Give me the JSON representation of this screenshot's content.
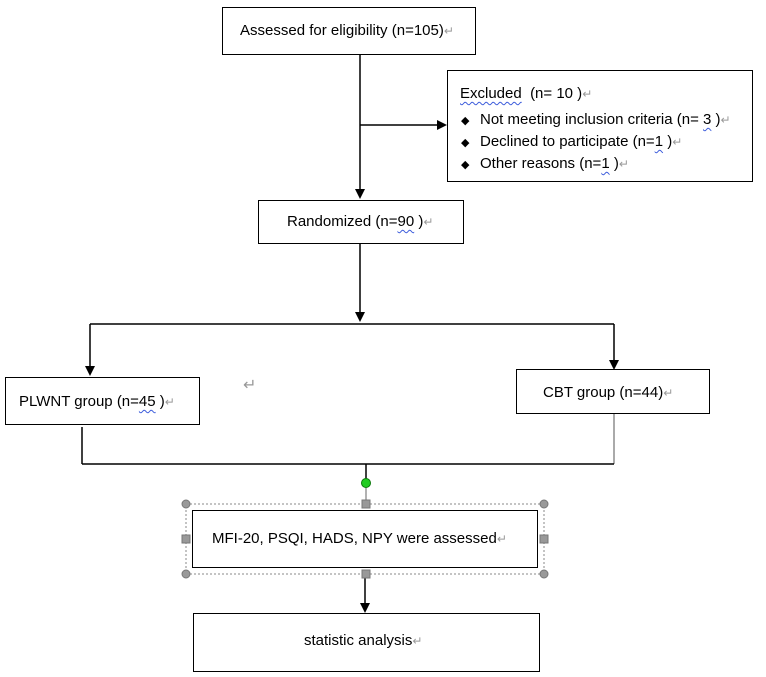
{
  "nodes": {
    "assessed": {
      "text": "Assessed for eligibility (n=105)"
    },
    "excluded": {
      "title_prefix": "Excluded",
      "title_count": "(n= 10  )",
      "items": [
        {
          "prefix": "Not meeting inclusion criteria (n= ",
          "value": "3",
          "suffix": " )"
        },
        {
          "prefix": "Declined to participate (n=",
          "value": "1",
          "suffix": " )"
        },
        {
          "prefix": "Other reasons (n=",
          "value": "1",
          "suffix": " )"
        }
      ]
    },
    "randomized": {
      "prefix": "Randomized (n=",
      "value": "90",
      "suffix": " )"
    },
    "plwnt": {
      "prefix": "PLWNT group (n=",
      "value": "45",
      "suffix": " )"
    },
    "cbt": {
      "text": "CBT group (n=44)"
    },
    "assessments": {
      "text": "MFI-20, PSQI, HADS, NPY were assessed"
    },
    "analysis": {
      "text": "statistic analysis"
    }
  },
  "paragraph_mark": "↵",
  "colors": {
    "line": "#000000",
    "selection_handle": "#888888",
    "rotate_handle": "#22cc22",
    "spellcheck": "#3b5bdb"
  }
}
